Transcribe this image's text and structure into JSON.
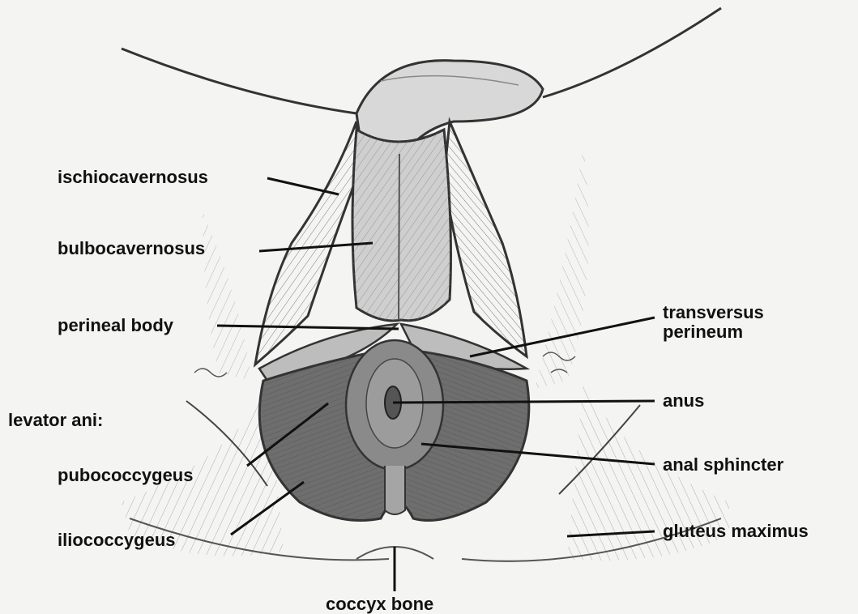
{
  "labels": {
    "ischiocavernosus": "ischiocavernosus",
    "bulbocavernosus": "bulbocavernosus",
    "perineal_body": "perineal body",
    "levator_ani": "levator ani:",
    "pubococcygeus": "pubococcygeus",
    "iliococcygeus": "iliococcygeus",
    "transversus_line1": "transversus",
    "transversus_line2": "perineum",
    "anus": "anus",
    "anal_sphincter": "anal sphincter",
    "gluteus_maximus": "gluteus maximus",
    "coccyx_bone": "coccyx bone"
  },
  "colors": {
    "background": "#f4f4f2",
    "muscle_dark": "#6e6e6e",
    "muscle_mid": "#9a9a9a",
    "muscle_light": "#c4c4c4",
    "outline": "#333333",
    "leader": "#111111"
  }
}
